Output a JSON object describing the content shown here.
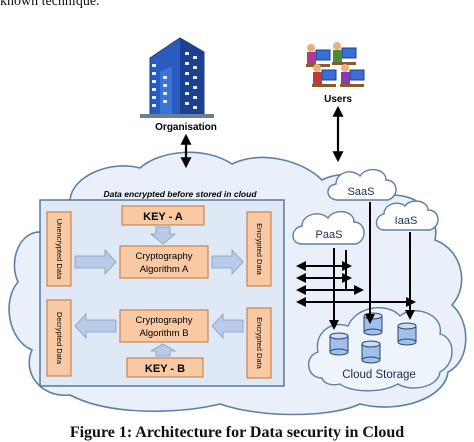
{
  "top_text": "known technique.",
  "nodes": {
    "organization": "Organisation",
    "users": "Users",
    "cloud_box_title": "Data encrypted before stored in cloud",
    "key_a": "KEY - A",
    "key_b": "KEY - B",
    "crypto_a_line1": "Cryptography",
    "crypto_a_line2": "Algorithm A",
    "crypto_b_line1": "Cryptography",
    "crypto_b_line2": "Algorithm B",
    "unencrypted_data": "Unencrypted Data",
    "encrypted_data_top": "Encrypted Data",
    "decrypted_data": "Decrypted Data",
    "encrypted_data_bottom": "Encrypted Data",
    "saas": "SaaS",
    "paas": "PaaS",
    "iaas": "IaaS",
    "cloud_storage": "Cloud Storage"
  },
  "caption": "Figure 1: Architecture for Data security in Cloud",
  "colors": {
    "box_fill": "#f9c9a4",
    "box_stroke": "#c9864f",
    "panel_fill": "#dfe8f5",
    "panel_stroke": "#4f6f96",
    "arrow_fill": "#b8cbe8",
    "cloud_fill": "#e9f0fa",
    "cloud_stroke": "#5e7fa6",
    "storage_fill": "#9fc0e8"
  }
}
